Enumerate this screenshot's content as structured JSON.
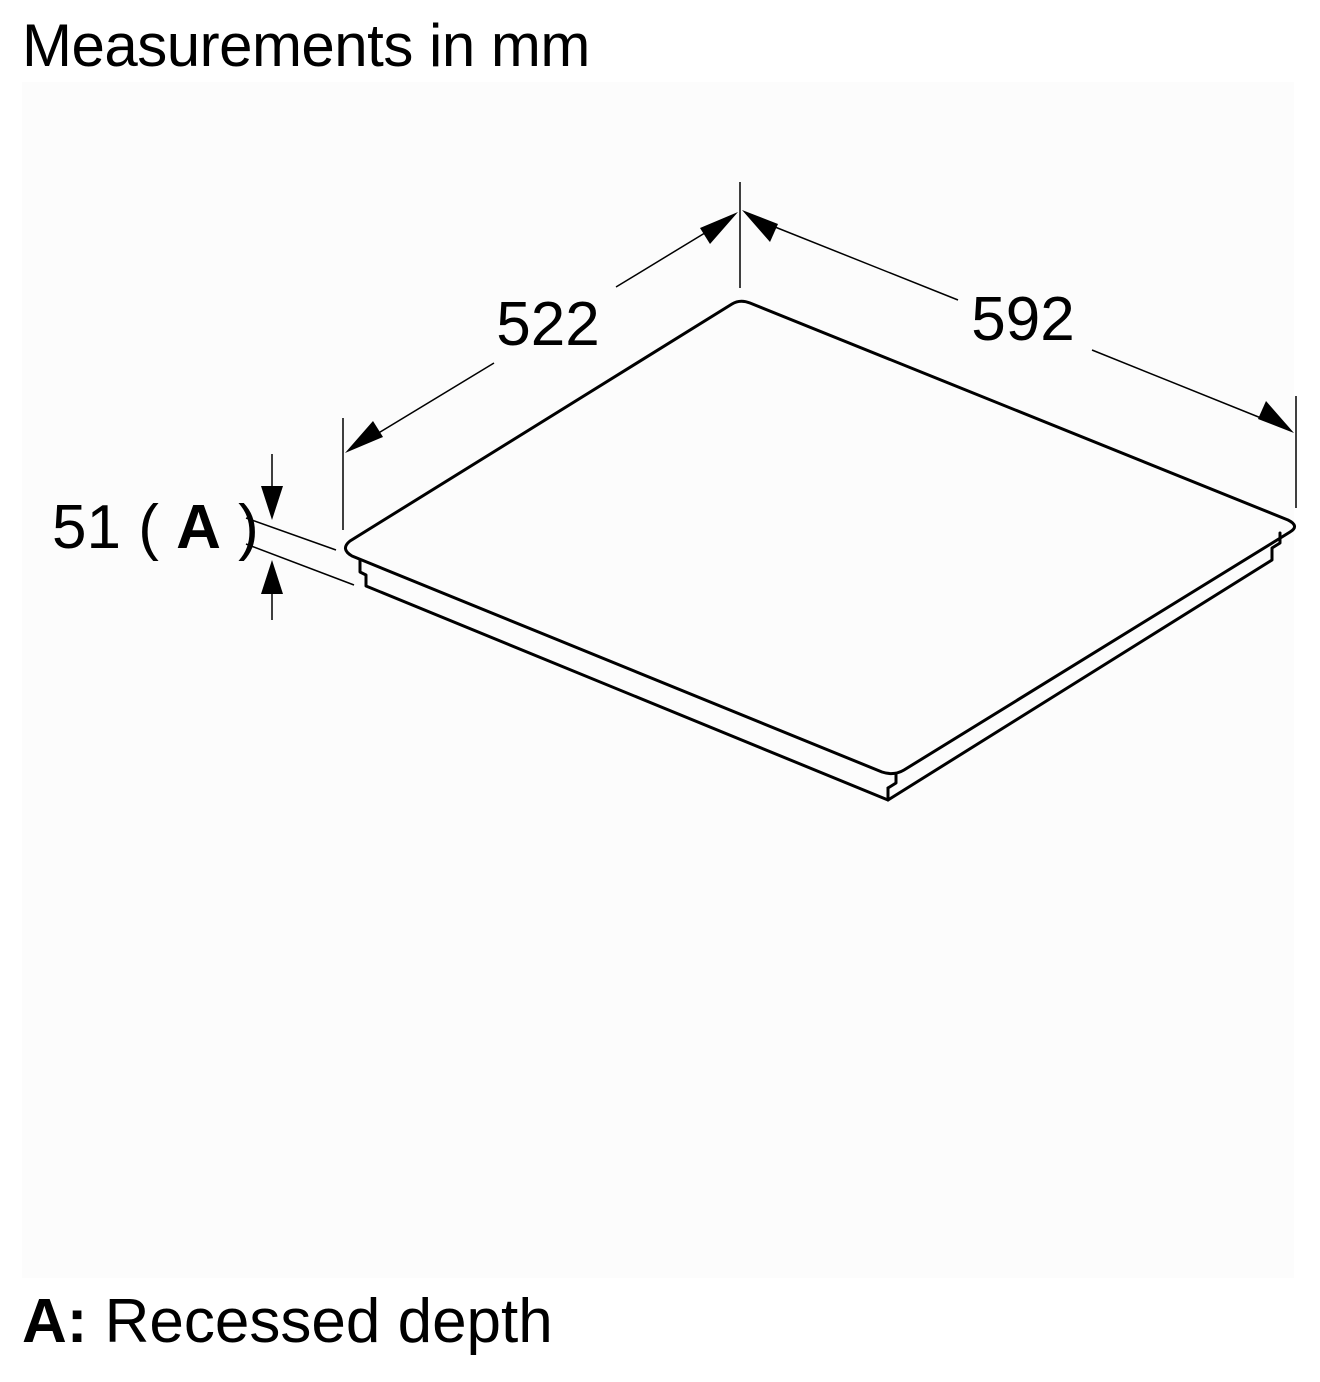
{
  "heading": "Measurements in mm",
  "dimensions": {
    "depth": "522",
    "width": "592",
    "height_value": "51",
    "height_key": "A"
  },
  "legend": {
    "key": "A:",
    "text": "Recessed depth"
  },
  "colors": {
    "line": "#000000",
    "panel": "#fcfcfc",
    "background": "#ffffff"
  }
}
